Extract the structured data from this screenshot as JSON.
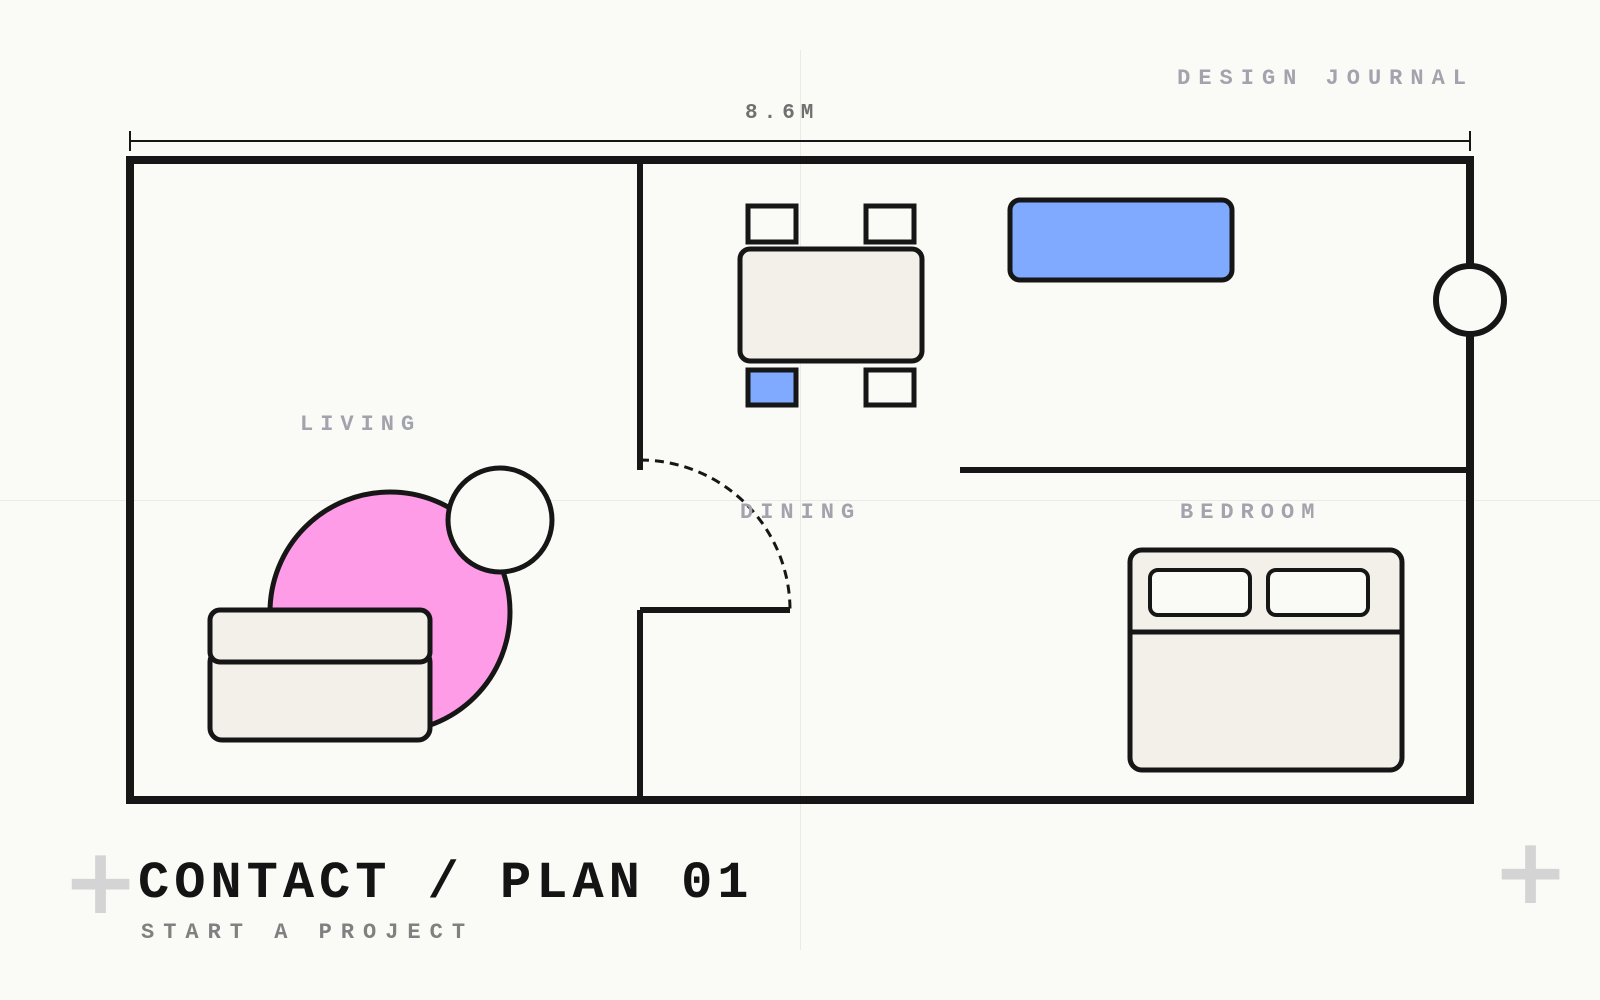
{
  "brand": "DESIGN JOURNAL",
  "dimension": {
    "label": "8.6M"
  },
  "rooms": {
    "living": "LIVING",
    "dining": "DINING",
    "bedroom": "BEDROOM"
  },
  "footer": {
    "title": "CONTACT / PLAN 01",
    "subtitle": "START A PROJECT"
  },
  "colors": {
    "background": "#fafaf6",
    "wall": "#161616",
    "furniture_fill": "#f3f0ea",
    "accent_blue": "#7faaff",
    "accent_pink": "#ff9ce8",
    "label_gray": "#a3a3ad"
  },
  "icons": {
    "corner_left": "plus-icon",
    "corner_right": "plus-icon"
  }
}
